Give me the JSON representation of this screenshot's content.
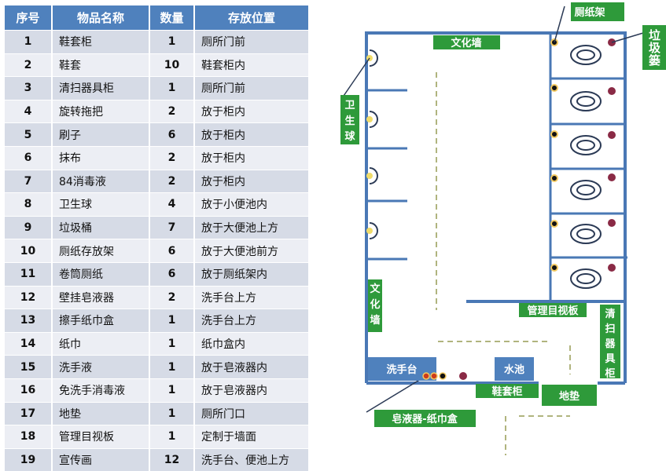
{
  "table": {
    "headers": [
      "序号",
      "物品名称",
      "数量",
      "存放位置"
    ],
    "rows": [
      [
        "1",
        "鞋套柜",
        "1",
        "厕所门前"
      ],
      [
        "2",
        "鞋套",
        "10",
        "鞋套柜内"
      ],
      [
        "3",
        "清扫器具柜",
        "1",
        "厕所门前"
      ],
      [
        "4",
        "旋转拖把",
        "2",
        "放于柜内"
      ],
      [
        "5",
        "刷子",
        "6",
        "放于柜内"
      ],
      [
        "6",
        "抹布",
        "2",
        "放于柜内"
      ],
      [
        "7",
        "84消毒液",
        "2",
        "放于柜内"
      ],
      [
        "8",
        "卫生球",
        "4",
        "放于小便池内"
      ],
      [
        "9",
        "垃圾桶",
        "7",
        "放于大便池上方"
      ],
      [
        "10",
        "厕纸存放架",
        "6",
        "放于大便池前方"
      ],
      [
        "11",
        "卷筒厕纸",
        "6",
        "放于厕纸架内"
      ],
      [
        "12",
        "壁挂皂液器",
        "2",
        "洗手台上方"
      ],
      [
        "13",
        "擦手纸巾盒",
        "1",
        "洗手台上方"
      ],
      [
        "14",
        "纸巾",
        "1",
        "纸巾盒内"
      ],
      [
        "15",
        "洗手液",
        "1",
        "放于皂液器内"
      ],
      [
        "16",
        "免洗手消毒液",
        "1",
        "放于皂液器内"
      ],
      [
        "17",
        "地垫",
        "1",
        "厕所门口"
      ],
      [
        "18",
        "管理目视板",
        "1",
        "定制于墙面"
      ],
      [
        "19",
        "宣传画",
        "12",
        "洗手台、便池上方"
      ]
    ]
  },
  "plan": {
    "culture_wall_top": "文化墙",
    "culture_wall_left": "文化墙",
    "hygiene_ball": "卫生球",
    "paper_rack": "厕纸架",
    "trash_bin": "垃圾篓",
    "board": "管理目视板",
    "cleaning_cabinet": "清扫器具柜",
    "sink_counter": "洗手台",
    "pool": "水池",
    "shoe_cabinet": "鞋套柜",
    "floor_mat": "地垫",
    "dispenser": "皂液器-纸巾盒"
  },
  "colors": {
    "wall": "#4a78b5",
    "label": "#2e9a3a",
    "header": "#4f81bd",
    "arrow": "#b0b47e"
  }
}
